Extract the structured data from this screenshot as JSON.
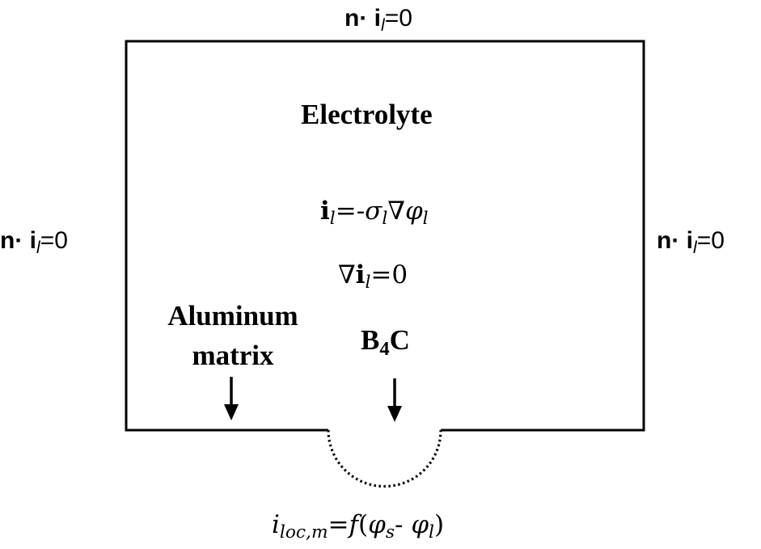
{
  "boundary": {
    "top": {
      "prefix": "n·",
      "var": "i",
      "sub": "l",
      "rhs": "=0"
    },
    "left": {
      "prefix": "n·",
      "var": "i",
      "sub": "l",
      "rhs": "=0"
    },
    "right": {
      "prefix": "n·",
      "var": "i",
      "sub": "l",
      "rhs": "=0"
    }
  },
  "domain_label": "Electrolyte",
  "equations": {
    "ohm": {
      "lhs_var": "i",
      "lhs_sub": "l",
      "eq": "=-",
      "sigma": "σ",
      "sigma_sub": "l",
      "nabla": "∇",
      "phi": "φ",
      "phi_sub": "l"
    },
    "conservation": {
      "nabla": "∇",
      "var": "i",
      "sub": "l",
      "rhs": "=0"
    },
    "local_current": {
      "var": "i",
      "sub": "loc,m",
      "eq": "=",
      "f": "f",
      "open": "(",
      "phi_s": "φ",
      "phi_s_sub": "s",
      "minus": "- ",
      "phi_l": "φ",
      "phi_l_sub": "l",
      "close": ")"
    }
  },
  "materials": {
    "aluminum_line1": "Aluminum",
    "aluminum_line2": "matrix",
    "b4c_prefix": "B",
    "b4c_sub": "4",
    "b4c_suffix": "C"
  }
}
